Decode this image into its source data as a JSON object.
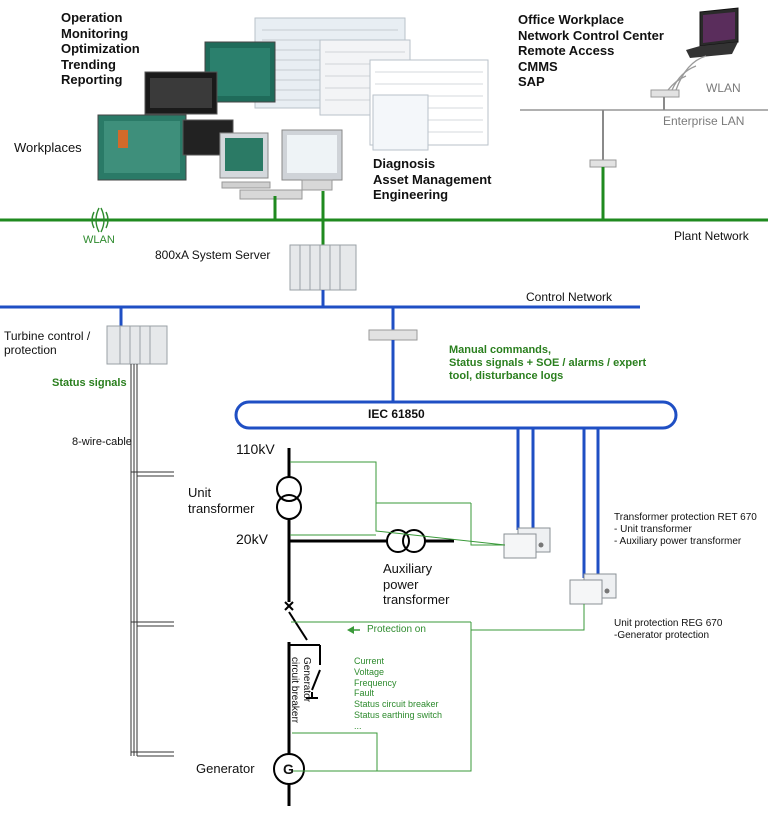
{
  "top_left_list": [
    "Operation",
    "Monitoring",
    "Optimization",
    "Trending",
    "Reporting"
  ],
  "workplaces": "Workplaces",
  "diagnosis_list": [
    "Diagnosis",
    "Asset Management",
    "Engineering"
  ],
  "office_list": [
    "Office Workplace",
    "Network Control Center",
    "Remote Access",
    "CMMS",
    "SAP"
  ],
  "wlan_right": "WLAN",
  "enterprise_lan": "Enterprise LAN",
  "wlan_left": "WLAN",
  "plant_network": "Plant Network",
  "system_server": "800xA System Server",
  "control_network": "Control Network",
  "turbine_control": [
    "Turbine control /",
    "protection"
  ],
  "status_signals": "Status signals",
  "cable": "8-wire-cable",
  "manual_commands": [
    "Manual commands,",
    "Status signals + SOE / alarms / expert",
    "tool, disturbance logs"
  ],
  "iec": "IEC 61850",
  "v110": "110kV",
  "unit_transformer": [
    "Unit",
    "transformer"
  ],
  "v20": "20kV",
  "aux_transformer": [
    "Auxiliary",
    "power",
    "transformer"
  ],
  "transformer_protection": [
    "Transformer protection  RET 670",
    "- Unit transformer",
    "- Auxiliary power transformer"
  ],
  "unit_protection": [
    "Unit protection  REG 670",
    "-Generator protection"
  ],
  "gcb_label": [
    "Generator",
    "circuit breakerr"
  ],
  "protection_on": "Protection on",
  "signal_list": [
    "Current",
    "Voltage",
    "Frequency",
    "Fault",
    "Status circuit breaker",
    "Status earthing switch",
    "..."
  ],
  "generator": "Generator",
  "generator_symbol": "G",
  "colors": {
    "plant_network": "#1f8a1f",
    "control_network": "#1f4fc4",
    "hardwire": "#3a9a3a",
    "enterprise_lan": "#7a7a7a"
  }
}
